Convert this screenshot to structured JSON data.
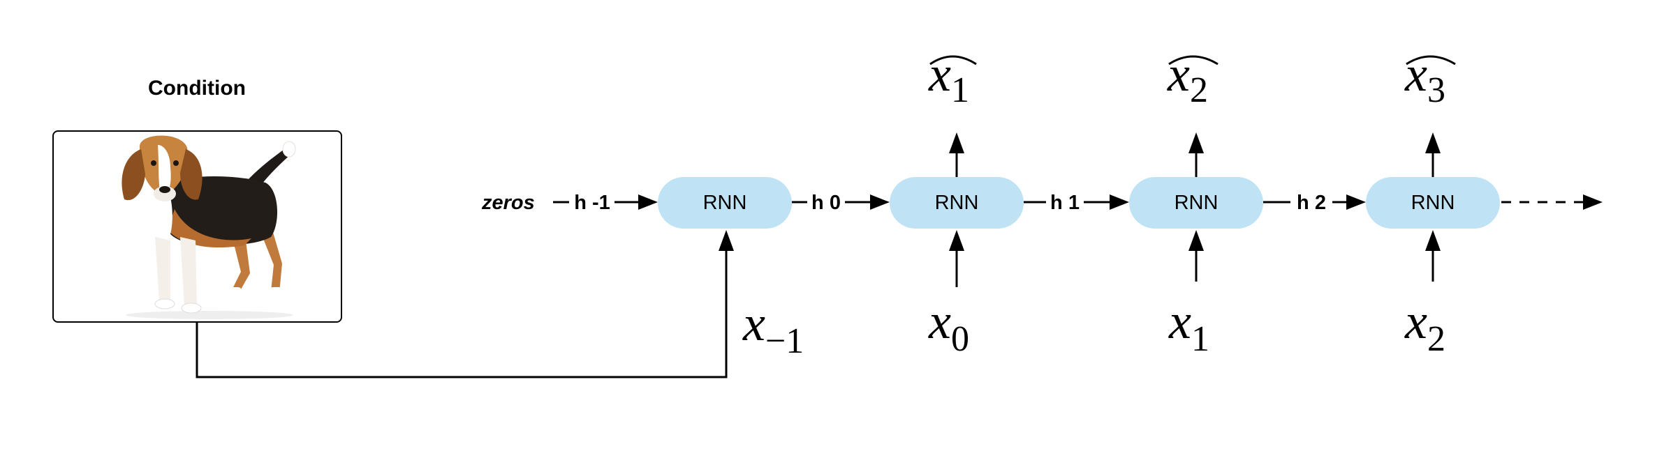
{
  "condition_label": "Condition",
  "image": {
    "subject": "beagle-dog",
    "frame_color": "#000000"
  },
  "initial_input": "zeros",
  "cell_label": "RNN",
  "cell_color": "#bfe3f5",
  "hidden_labels": [
    "h -1",
    "h 0",
    "h 1",
    "h 2"
  ],
  "inputs": [
    {
      "base": "x",
      "sub": "−1"
    },
    {
      "base": "x",
      "sub": "0"
    },
    {
      "base": "x",
      "sub": "1"
    },
    {
      "base": "x",
      "sub": "2"
    }
  ],
  "outputs": [
    {
      "base": "x",
      "sub": "1"
    },
    {
      "base": "x",
      "sub": "2"
    },
    {
      "base": "x",
      "sub": "3"
    }
  ]
}
